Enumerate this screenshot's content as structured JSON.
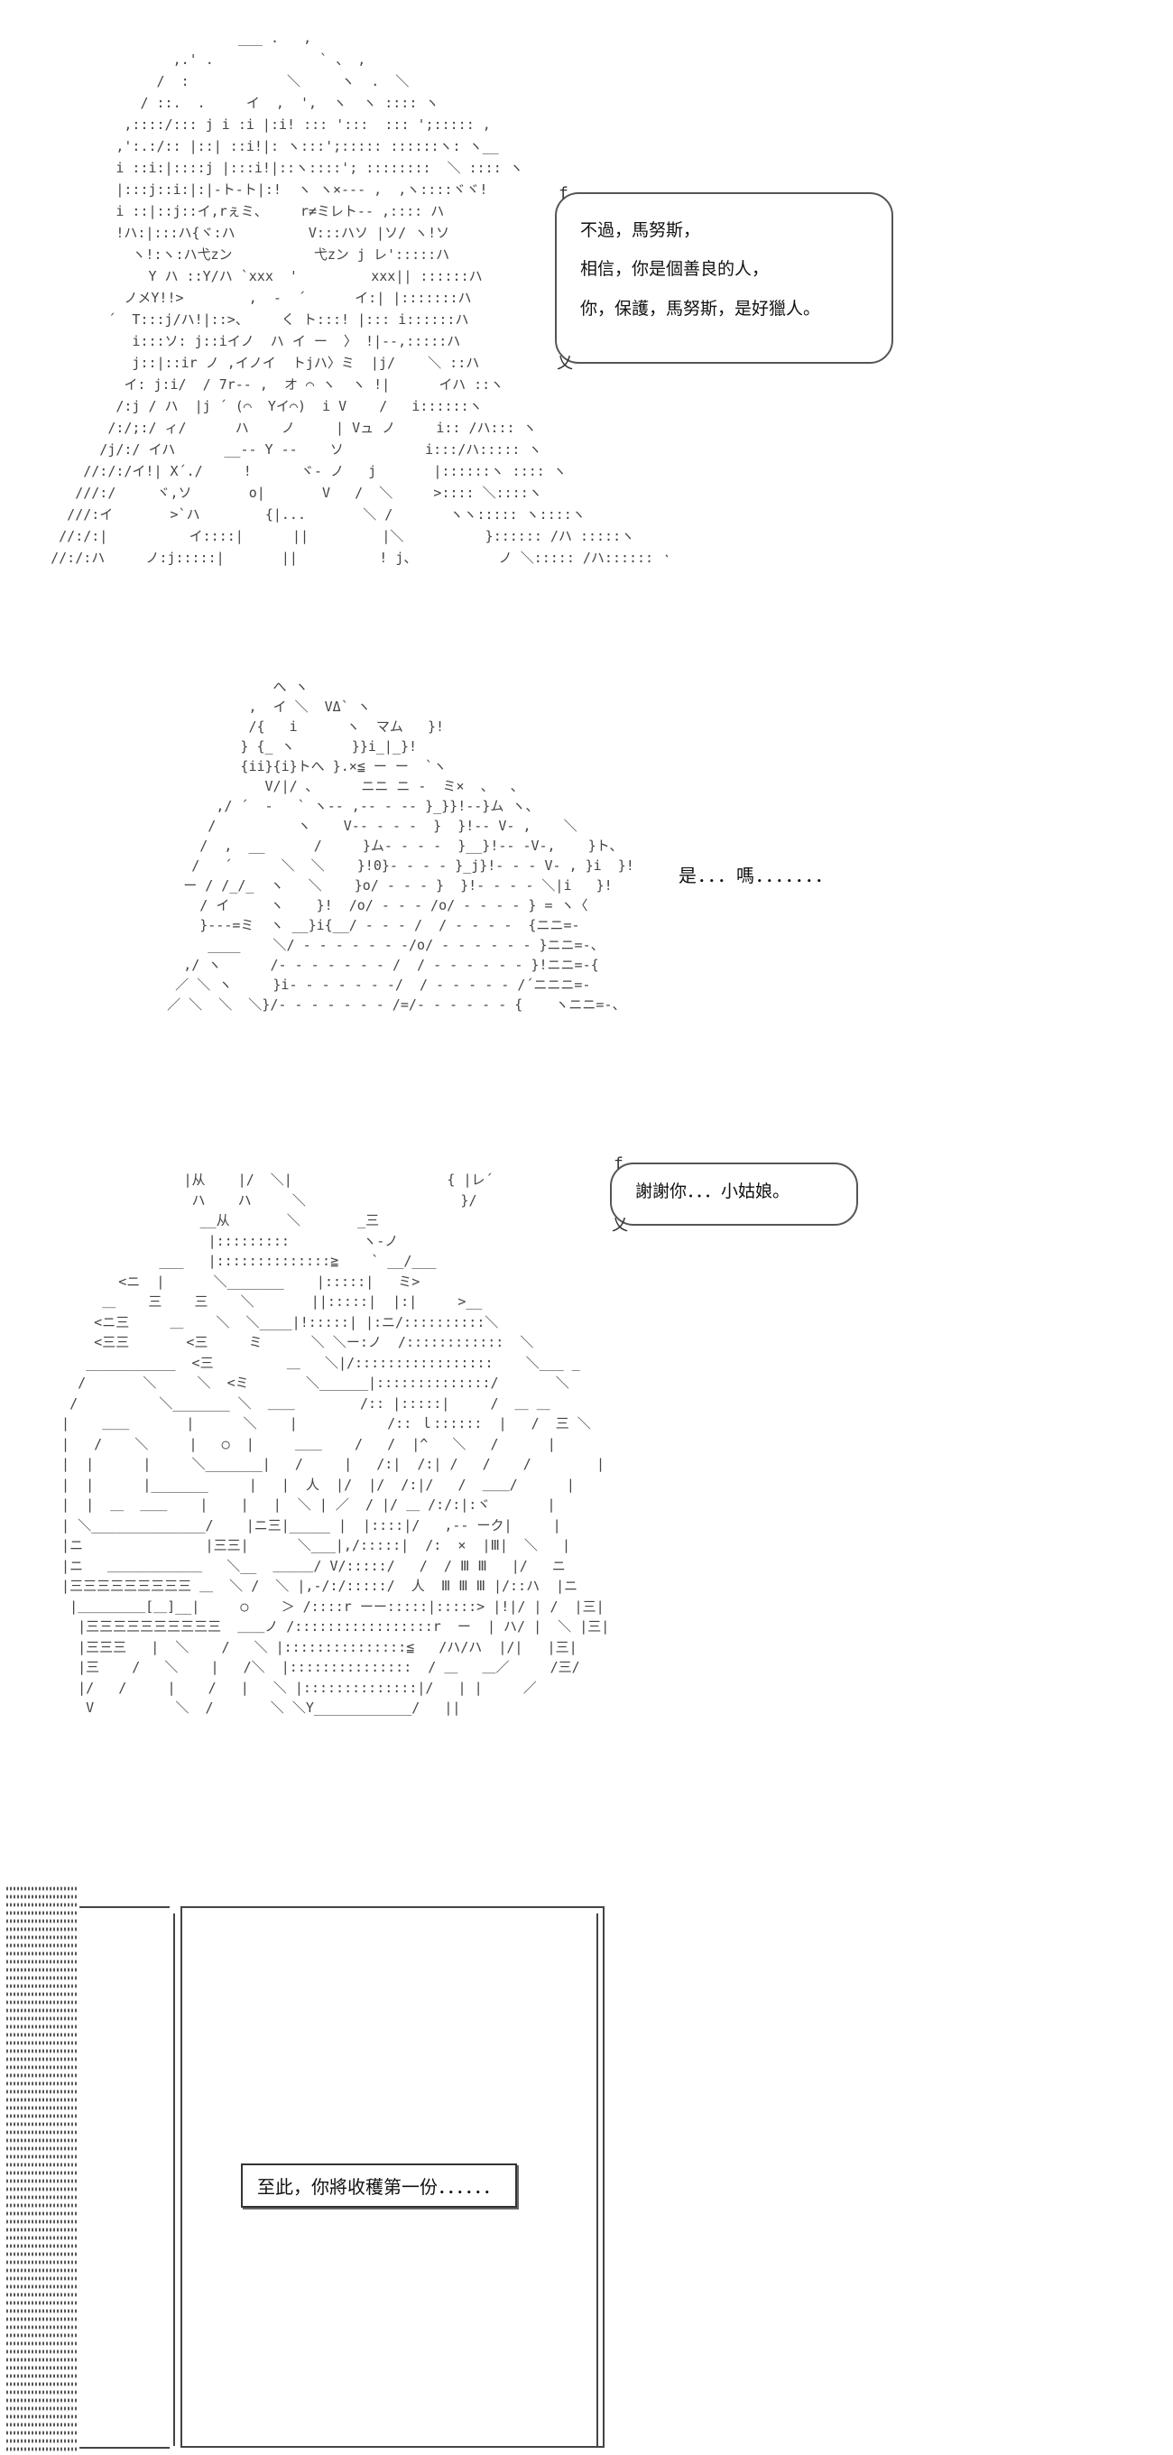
{
  "panels": {
    "panel1": {
      "speech": {
        "lines": [
          "不過，馬努斯，",
          "相信，你是個善良的人，",
          "你，保護，馬努斯，是好獵人。"
        ]
      }
    },
    "panel2": {
      "speech": "是．．．嗎．．．．．．．"
    },
    "panel3": {
      "speech": "謝謝你．．．小姑娘。"
    },
    "panel4": {
      "caption": "至此，你將收穫第一份．．．．．．"
    }
  },
  "colors": {
    "ink": "#111111",
    "art": "#444444",
    "background": "#ffffff"
  }
}
